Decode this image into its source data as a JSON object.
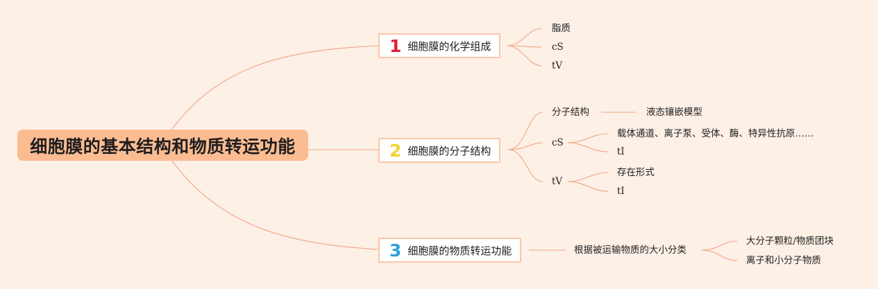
{
  "root": {
    "label": "细胞膜的基本结构和物质转运功能"
  },
  "colors": {
    "link": "#f0a484",
    "root_bg": "#fcbc92",
    "box_border": "#f9c7a6",
    "num1": "#e0203a",
    "num2": "#f2d430",
    "num3": "#2aa0dc"
  },
  "branches": [
    {
      "number": "1",
      "label": "细胞膜的化学组成",
      "children": [
        "脂质",
        "cS",
        "tV"
      ]
    },
    {
      "number": "2",
      "label": "细胞膜的分子结构",
      "children": [
        {
          "label": "分子结构",
          "children": [
            "液态镶嵌模型"
          ]
        },
        {
          "label": "cS",
          "children": [
            "载体通道、离子泵、受体、酶、特异性抗原……",
            "tI"
          ]
        },
        {
          "label": "tV",
          "children": [
            "存在形式",
            "tI"
          ]
        }
      ]
    },
    {
      "number": "3",
      "label": "细胞膜的物质转运功能",
      "children": [
        {
          "label": "根据被运输物质的大小分类",
          "children": [
            "大分子颗粒/物质团块",
            "离子和小分子物质"
          ]
        }
      ]
    }
  ]
}
